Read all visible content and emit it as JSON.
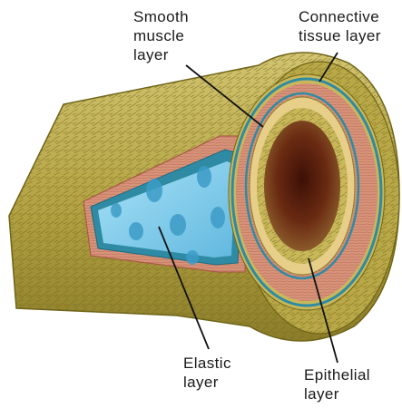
{
  "labels": {
    "smooth_muscle": [
      "Smooth",
      "muscle",
      "layer"
    ],
    "connective_tissue": [
      "Connective",
      "tissue layer"
    ],
    "elastic": [
      "Elastic",
      "layer"
    ],
    "epithelial": [
      "Epithelial",
      "layer"
    ]
  },
  "colors": {
    "connective": "#b9a847",
    "connective_dark": "#6f6418",
    "muscle": "#d9957c",
    "muscle_dark": "#a85b45",
    "elastic_band": "#2f8ba3",
    "elastic_fill": "#8fd3ef",
    "epithelial": "#c9b85a",
    "lumen": "#5a1f10",
    "pointer": "#111111"
  }
}
